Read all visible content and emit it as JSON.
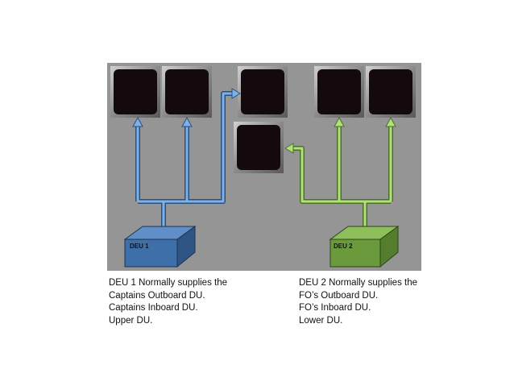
{
  "diagram": {
    "deu1": {
      "label": "DEU 1",
      "color": "#3f6fa8",
      "line_color": "#5b90cc"
    },
    "deu2": {
      "label": "DEU 2",
      "color": "#6b9a3c",
      "line_color": "#8ec45a"
    },
    "panel_color": "#959595",
    "display_color": "#140a0e",
    "displays": [
      "captain-outboard-du",
      "captain-inboard-du",
      "upper-du",
      "lower-du",
      "fo-inboard-du",
      "fo-outboard-du"
    ]
  },
  "captions": {
    "left": [
      "DEU 1 Normally supplies the",
      "Captains Outboard DU.",
      "Captains Inboard DU.",
      "Upper DU."
    ],
    "right": [
      "DEU 2 Normally supplies the",
      "FO’s Outboard DU.",
      "FO’s Inboard DU.",
      "Lower DU."
    ]
  }
}
